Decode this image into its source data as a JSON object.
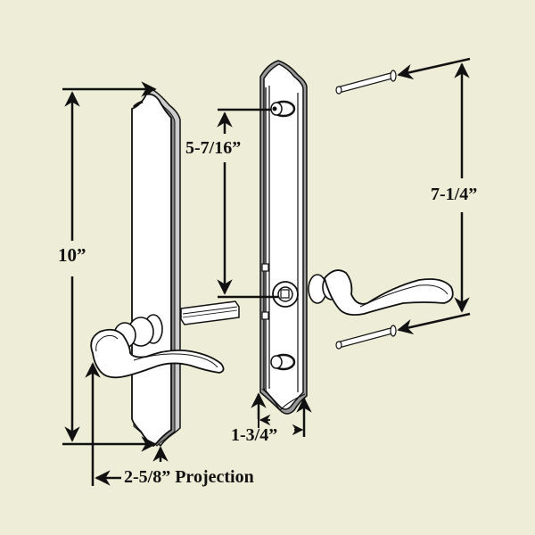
{
  "diagram": {
    "subject": "Mortise trim handle set with lever, exterior plate, interior back plate and mounting screws",
    "background_color": "#EEEDD8",
    "line_color": "#111111",
    "part_fill": "#FFFFFF"
  },
  "dimensions": {
    "plate_height": {
      "label": "10”"
    },
    "spindle_to_screw": {
      "label": "5-7/16”"
    },
    "screw_spacing": {
      "label": "7-1/4”"
    },
    "plate_width": {
      "label": "1-3/4”"
    },
    "projection": {
      "label": "2-5/8” Projection"
    }
  },
  "parts": {
    "front_plate": "Exterior escutcheon plate",
    "front_lever": "Exterior lever handle",
    "spindle": "Square spindle",
    "back_plate": "Interior back plate",
    "back_lever": "Interior lever handle",
    "screws": [
      "Top mounting screw",
      "Bottom mounting screw"
    ]
  }
}
